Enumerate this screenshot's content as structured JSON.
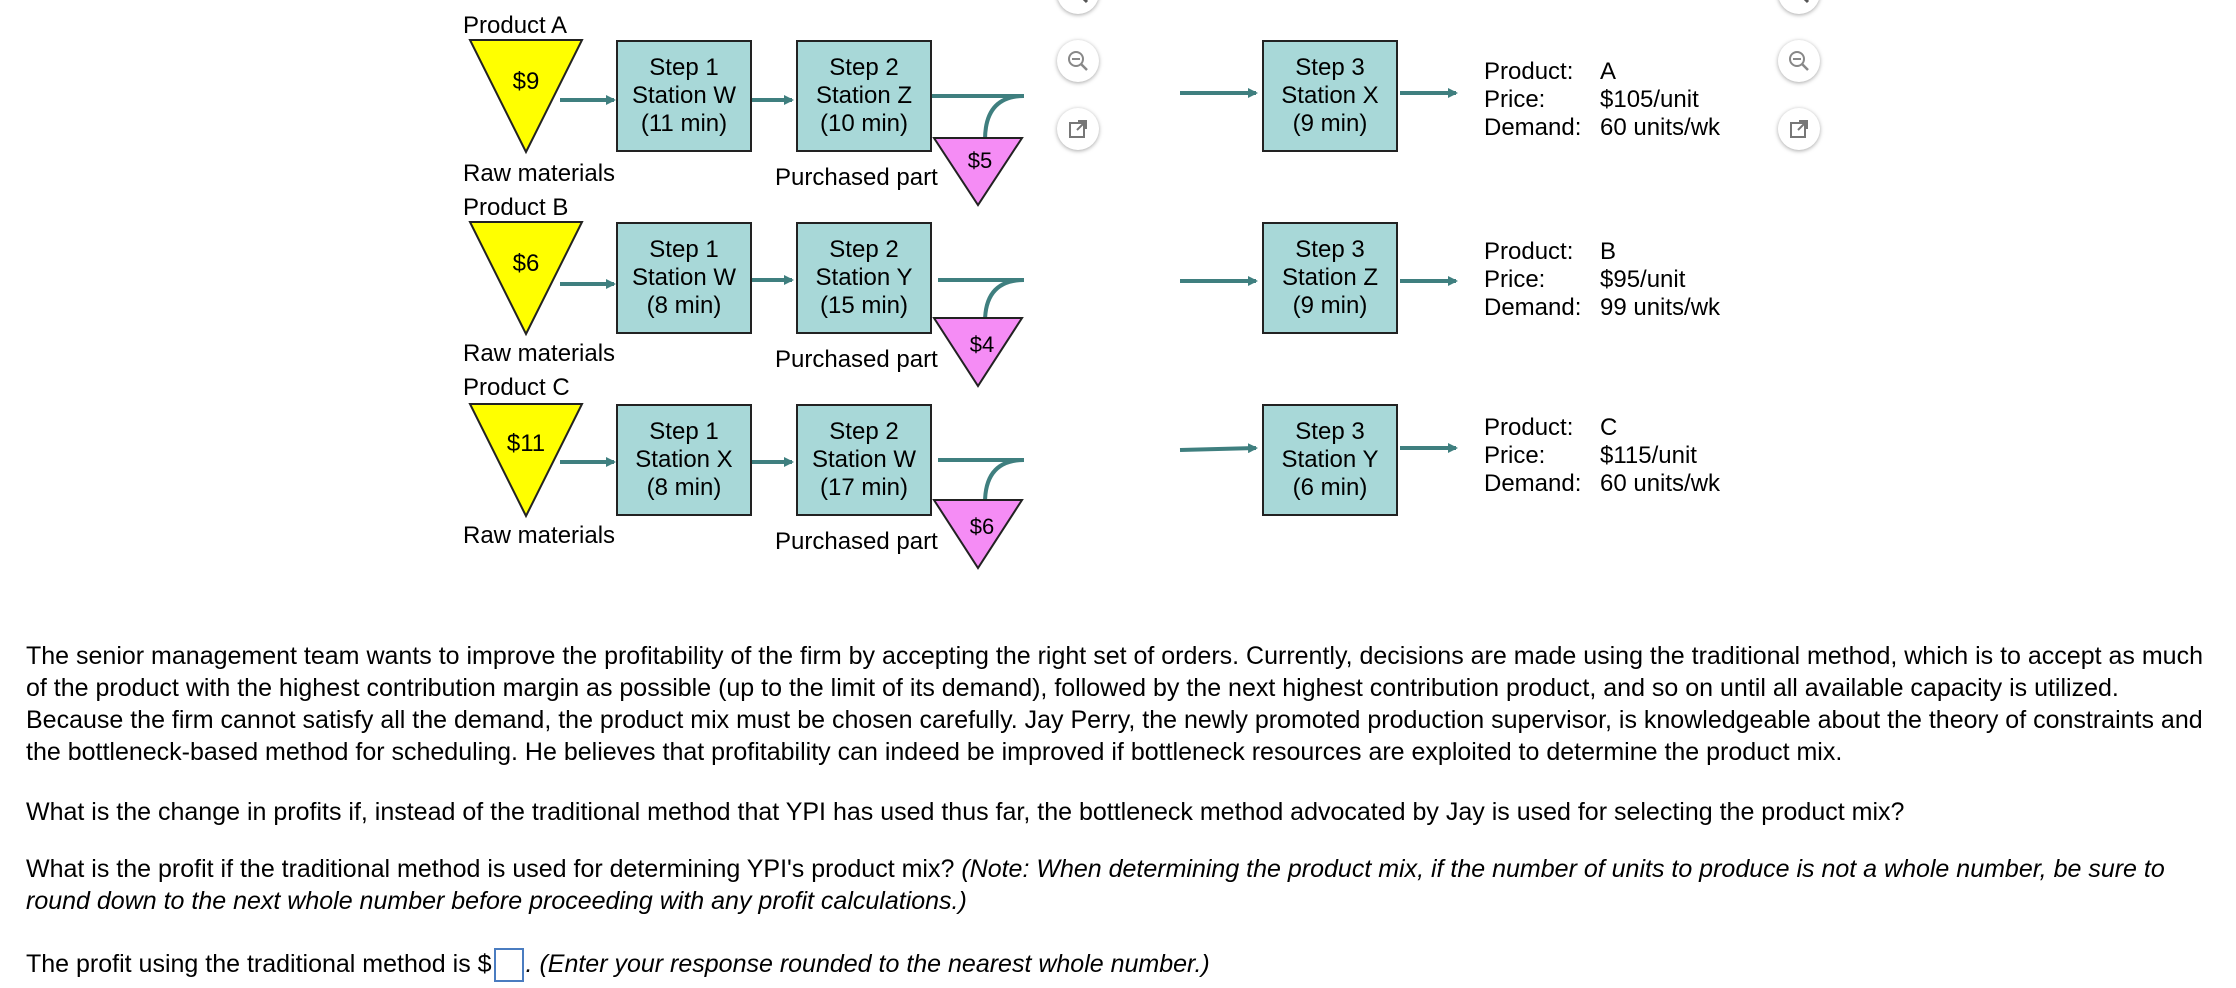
{
  "products": [
    {
      "title": "Product A",
      "raw_cost": "$9",
      "raw_label": "Raw materials",
      "step1": {
        "line1": "Step 1",
        "line2": "Station W",
        "line3": "(11 min)"
      },
      "step2": {
        "line1": "Step 2",
        "line2": "Station Z",
        "line3": "(10 min)"
      },
      "purchased_cost": "$5",
      "purchased_label": "Purchased part",
      "step3": {
        "line1": "Step 3",
        "line2": "Station X",
        "line3": "(9 min)"
      },
      "info": {
        "product_label": "Product:",
        "product": "A",
        "price_label": "Price:",
        "price": "$105/unit",
        "demand_label": "Demand:",
        "demand": "60 units/wk"
      }
    },
    {
      "title": "Product B",
      "raw_cost": "$6",
      "raw_label": "Raw materials",
      "step1": {
        "line1": "Step 1",
        "line2": "Station W",
        "line3": "(8 min)"
      },
      "step2": {
        "line1": "Step 2",
        "line2": "Station Y",
        "line3": "(15 min)"
      },
      "purchased_cost": "$4",
      "purchased_label": "Purchased part",
      "step3": {
        "line1": "Step 3",
        "line2": "Station Z",
        "line3": "(9 min)"
      },
      "info": {
        "product_label": "Product:",
        "product": "B",
        "price_label": "Price:",
        "price": "$95/unit",
        "demand_label": "Demand:",
        "demand": "99 units/wk"
      }
    },
    {
      "title": "Product C",
      "raw_cost": "$11",
      "raw_label": "Raw materials",
      "step1": {
        "line1": "Step 1",
        "line2": "Station X",
        "line3": "(8 min)"
      },
      "step2": {
        "line1": "Step 2",
        "line2": "Station W",
        "line3": "(17 min)"
      },
      "purchased_cost": "$6",
      "purchased_label": "Purchased part",
      "step3": {
        "line1": "Step 3",
        "line2": "Station Y",
        "line3": "(6 min)"
      },
      "info": {
        "product_label": "Product:",
        "product": "C",
        "price_label": "Price:",
        "price": "$115/unit",
        "demand_label": "Demand:",
        "demand": "60 units/wk"
      }
    }
  ],
  "icons": {
    "zoom": "zoom-out-icon",
    "popout": "popout-icon"
  },
  "colors": {
    "raw_triangle": "#ffff00",
    "purchased_triangle": "#f58cf5",
    "station_box": "#a8d8d8",
    "arrow": "#3f7f7f",
    "answer_box_border": "#4a7cc0"
  },
  "text": {
    "para1": "The senior management team wants to improve the profitability of the firm by accepting the right set of orders. Currently, decisions are made using the traditional method, which is to accept as much of the product with the highest contribution margin as possible (up to the limit of its demand), followed by the next highest contribution product, and so on until all available capacity is utilized. Because the firm cannot satisfy all the demand, the product mix must be chosen carefully. Jay Perry, the newly promoted production supervisor, is knowledgeable about the theory of constraints and the bottleneck-based method for scheduling. He believes that profitability can indeed be improved if bottleneck resources are exploited to determine the product mix.",
    "para2": "What is the change in profits if, instead of the traditional method that YPI has used thus far, the bottleneck method advocated by Jay is used for selecting the product mix?",
    "para3_normal": "What is the profit if the traditional method is used for determining YPI's product mix? ",
    "para3_italic": "(Note: When determining the product mix, if the number of units to produce is not a whole number, be sure to round down to the next whole number before proceeding with any profit calculations.)",
    "answer_prefix": "The profit using the traditional method is $",
    "answer_suffix": ". (Enter your response rounded to the nearest whole number.)"
  }
}
